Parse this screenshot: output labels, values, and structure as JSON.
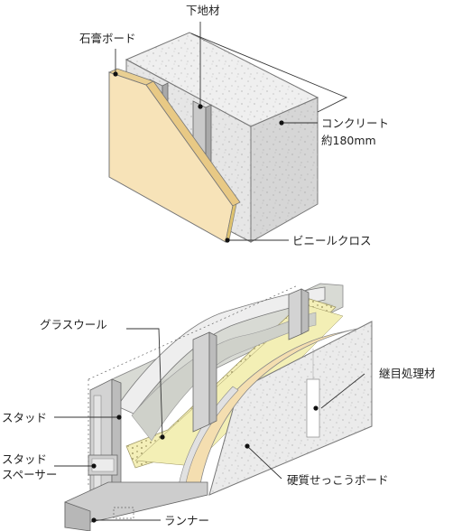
{
  "top_labels": {
    "shitaji": "下地材",
    "gypsum": "石膏ボード",
    "concrete_line1": "コンクリート",
    "concrete_line2": "約180mm",
    "vinyl": "ビニールクロス"
  },
  "bottom_labels": {
    "glasswool": "グラスウール",
    "joint": "継目処理材",
    "stud": "スタッド",
    "spacer_line1": "スタッド",
    "spacer_line2": "スペーサー",
    "runner": "ランナー",
    "hard_board": "硬質せっこうボード"
  },
  "colors": {
    "gypsum_face": "#f7e3b8",
    "concrete_front": "#e6e6e6",
    "concrete_side": "#d9d9d9",
    "concrete_top": "#efefef",
    "cavity": "#d9dbd6",
    "glasswool": "#f3efb5",
    "board_face": "#ededed",
    "board_core": "#f5e0b0"
  }
}
